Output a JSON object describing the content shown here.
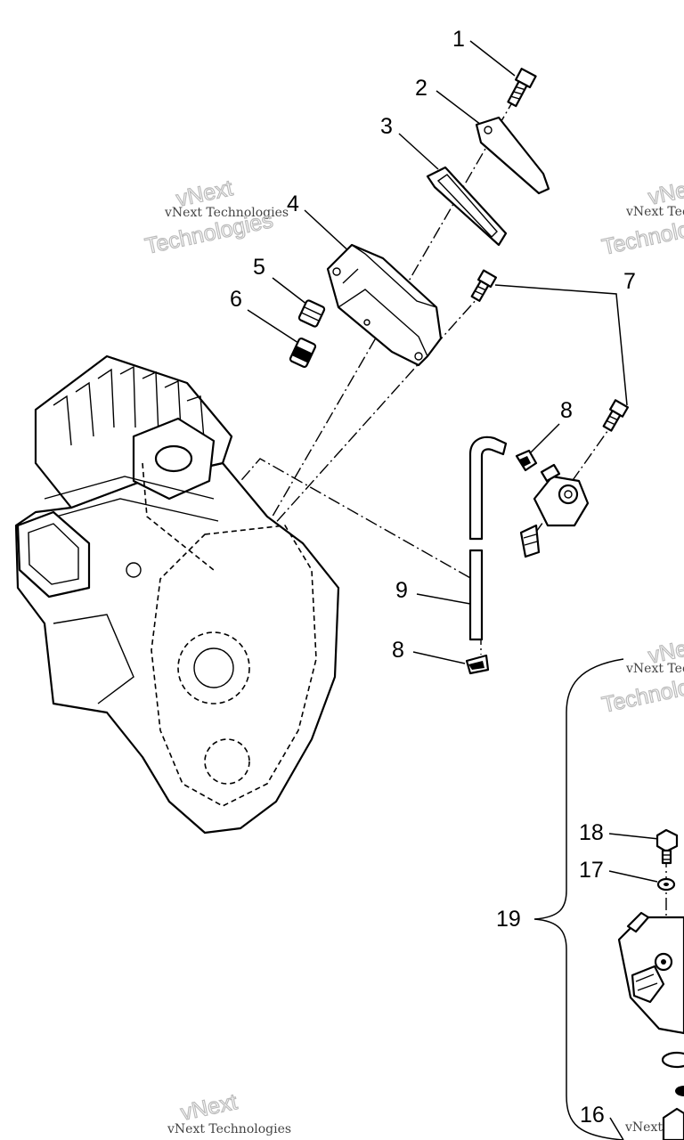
{
  "callouts": [
    {
      "id": "c1",
      "text": "1"
    },
    {
      "id": "c2",
      "text": "2"
    },
    {
      "id": "c3",
      "text": "3"
    },
    {
      "id": "c4",
      "text": "4"
    },
    {
      "id": "c5",
      "text": "5"
    },
    {
      "id": "c6",
      "text": "6"
    },
    {
      "id": "c7",
      "text": "7"
    },
    {
      "id": "c8a",
      "text": "8"
    },
    {
      "id": "c9",
      "text": "9"
    },
    {
      "id": "c8b",
      "text": "8"
    },
    {
      "id": "c18",
      "text": "18"
    },
    {
      "id": "c17",
      "text": "17"
    },
    {
      "id": "c19",
      "text": "19"
    },
    {
      "id": "c16",
      "text": "16"
    }
  ],
  "watermark": {
    "small": "vNext Technologies",
    "big_top": "vNext",
    "big_bottom": "Technologies"
  }
}
